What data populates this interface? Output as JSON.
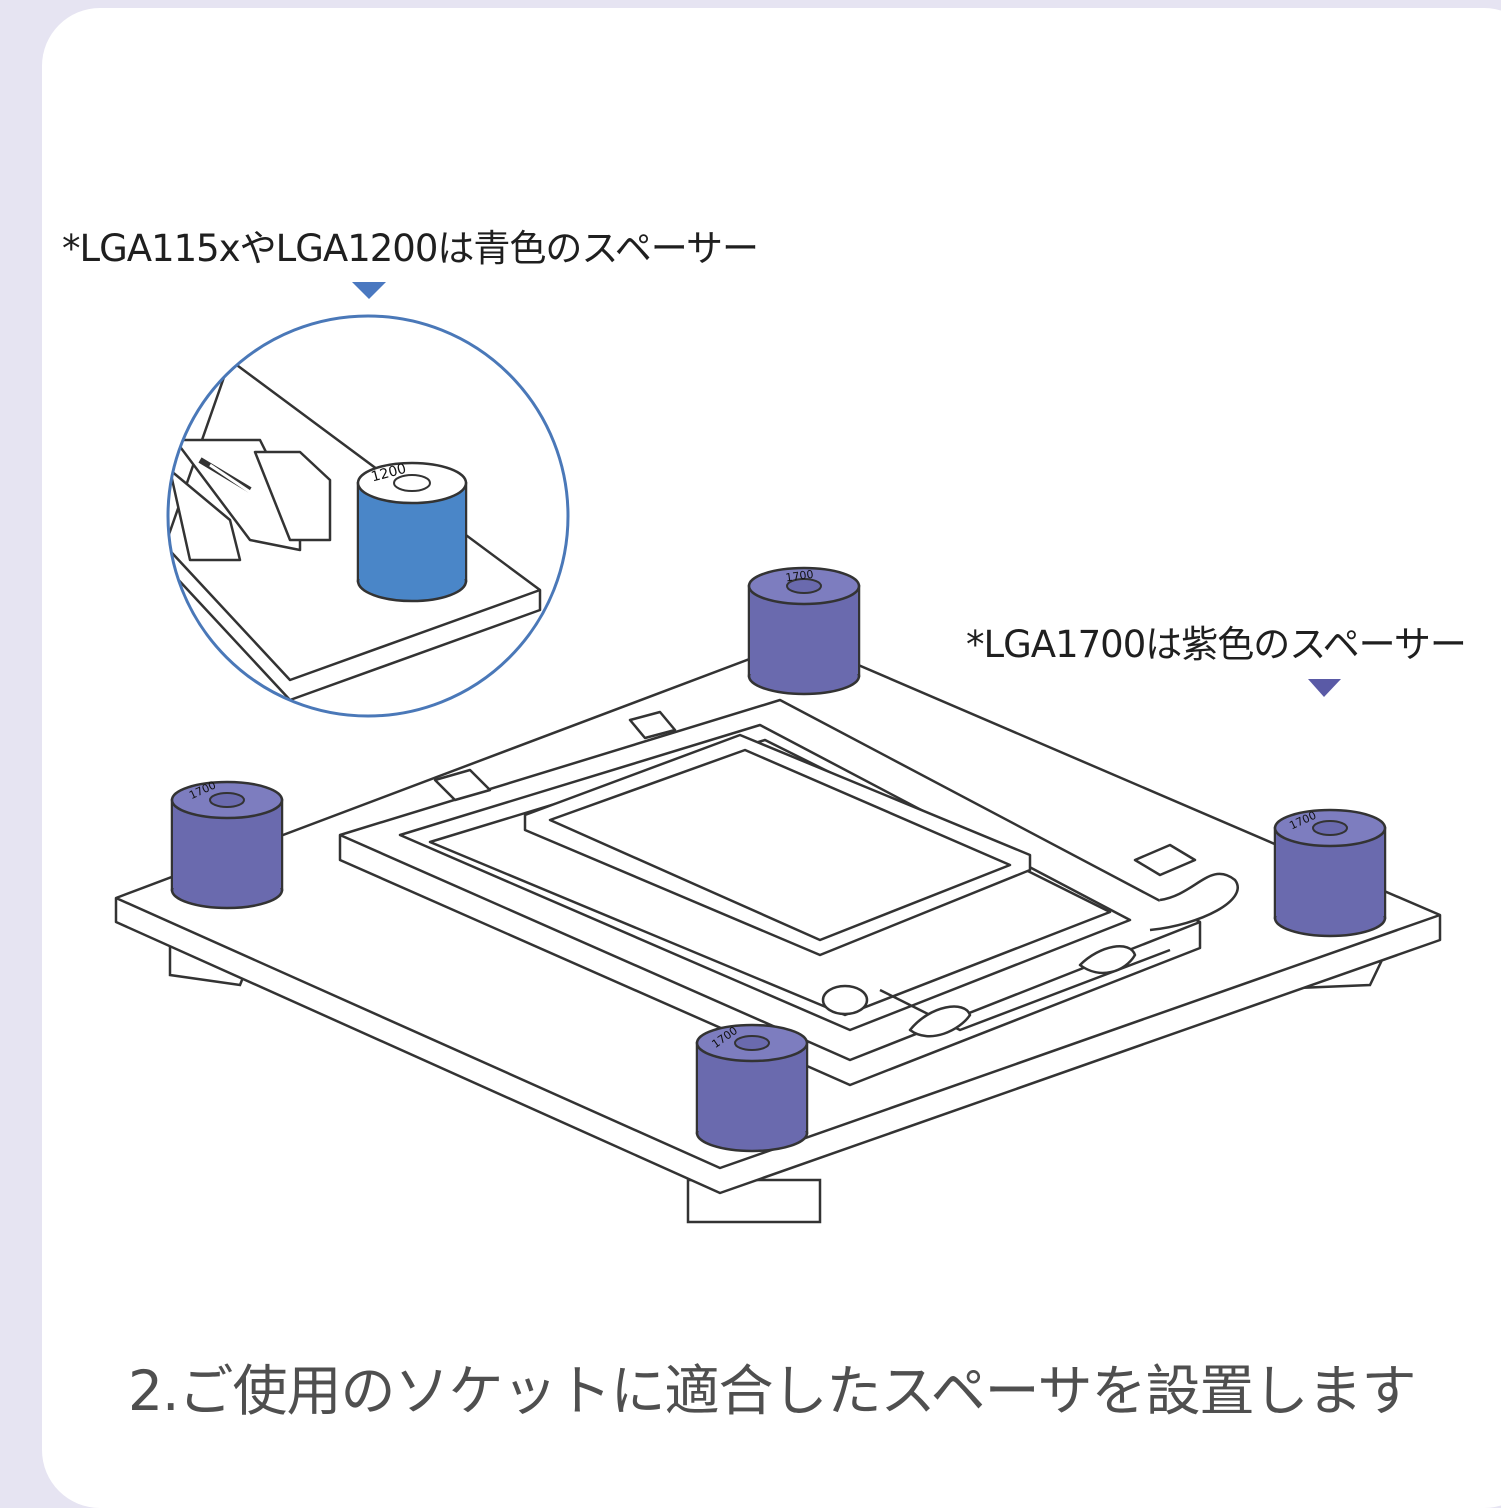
{
  "labels": {
    "blue_spacer_note": "*LGA115xやLGA1200は青色のスペーサー",
    "purple_spacer_note": "*LGA1700は紫色のスペーサー"
  },
  "spacer_text": {
    "blue": "1200",
    "purple": "1700"
  },
  "caption": "2.ご使用のソケットに適合したスペーサを設置します",
  "colors": {
    "background": "#e6e4f2",
    "card": "#ffffff",
    "blue_spacer": "#4a86c8",
    "purple_spacer": "#6a6aae",
    "outline": "#333333",
    "zoom_circle": "#4a78b8"
  }
}
